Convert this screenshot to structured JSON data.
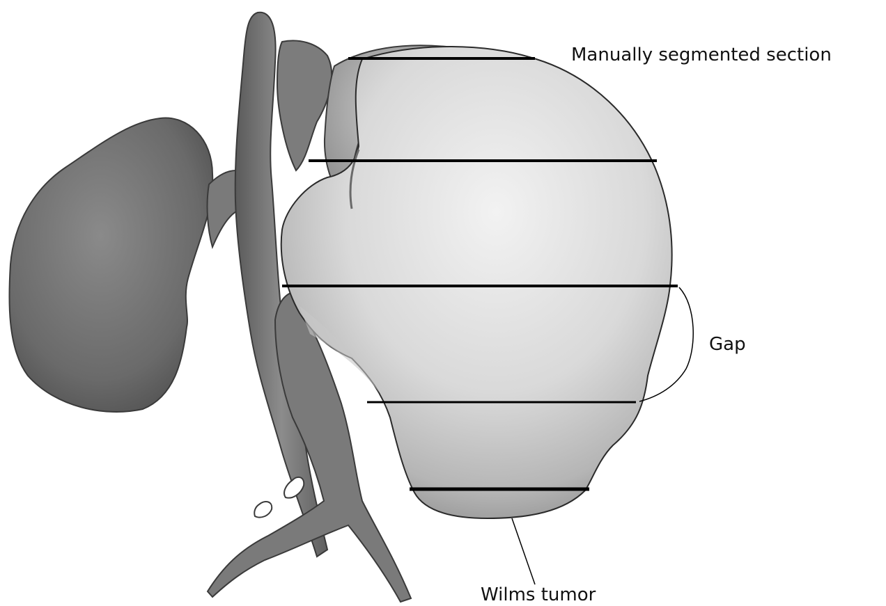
{
  "labels": {
    "manual": "Manually segmented section",
    "gap": "Gap",
    "tumor": "Wilms tumor"
  },
  "colors": {
    "background": "#ffffff",
    "organ_gray": "#6e6e6e",
    "tumor_light": "#e6e6e6",
    "line": "#000000"
  }
}
